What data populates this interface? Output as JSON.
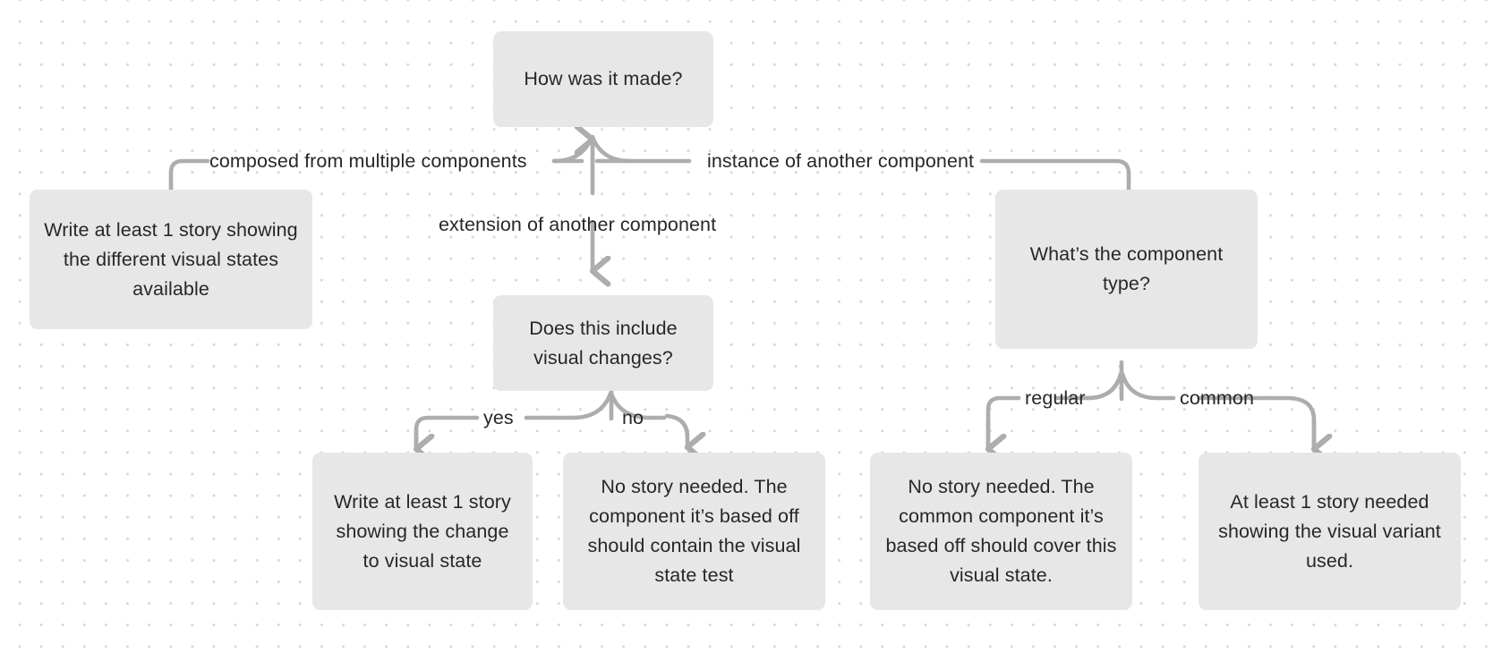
{
  "diagram": {
    "title": "Component story decision flowchart",
    "background_color": "#ffffff",
    "node_fill_color": "#e7e7e7",
    "edge_color": "#adadad",
    "text_color": "#272727",
    "grid_dot_color": "#d8d5d5"
  },
  "nodes": {
    "root": "How was it made?",
    "composed_result": "Write at least 1 story showing the different visual states available",
    "visual_changes_question": "Does this include visual changes?",
    "component_type_question": "What’s the component type?",
    "yes_result": "Write at least 1 story showing the change to visual state",
    "no_result": "No story needed. The component it’s based off should contain the visual state test",
    "regular_result": "No story needed. The common component it’s based off should cover this visual state.",
    "common_result": "At least 1 story needed showing the visual variant used."
  },
  "edge_labels": {
    "composed": "composed from multiple components",
    "instance": "instance of another component",
    "extension": "extension of another component",
    "yes": "yes",
    "no": "no",
    "regular": "regular",
    "common": "common"
  }
}
